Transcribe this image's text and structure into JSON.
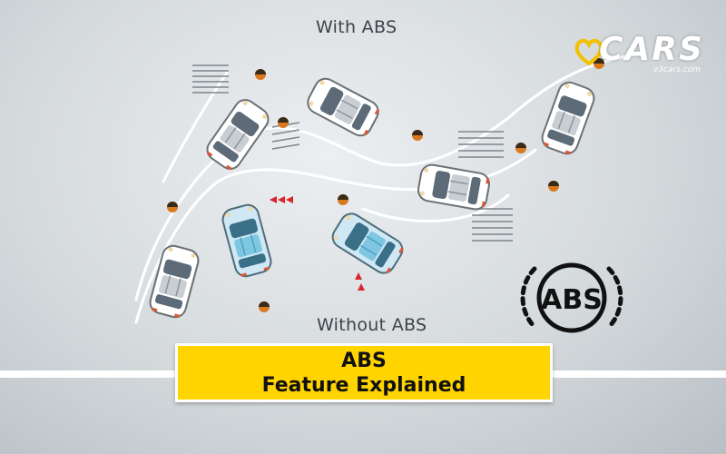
{
  "scene": {
    "top_caption": "With ABS",
    "bottom_caption": "Without ABS"
  },
  "logo": {
    "brand": "CARS",
    "domain": "v3cars.com",
    "accent_color": "#f2c200"
  },
  "abs_symbol": {
    "text": "ABS"
  },
  "title_banner": {
    "line1": "ABS",
    "line2": "Feature Explained",
    "background_color": "#ffd400"
  }
}
